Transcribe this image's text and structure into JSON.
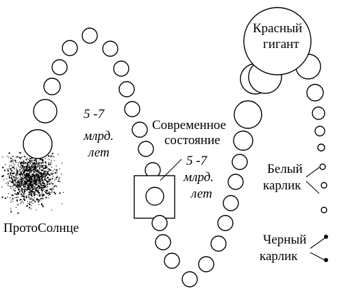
{
  "labels": {
    "protosun": "ПротоСолнце",
    "present_line1": "Современное",
    "present_line2": "состояние",
    "red_giant_line1": "Красный",
    "red_giant_line2": "гигант",
    "white_dwarf_line1": "Белый",
    "white_dwarf_line2": "карлик",
    "black_dwarf_line1": "Черный",
    "black_dwarf_line2": "карлик"
  },
  "durations": [
    {
      "value": "5 -7",
      "unit1": "млрд.",
      "unit2": "лет"
    },
    {
      "value": "5 -7",
      "unit1": "млрд.",
      "unit2": "лет"
    }
  ]
}
